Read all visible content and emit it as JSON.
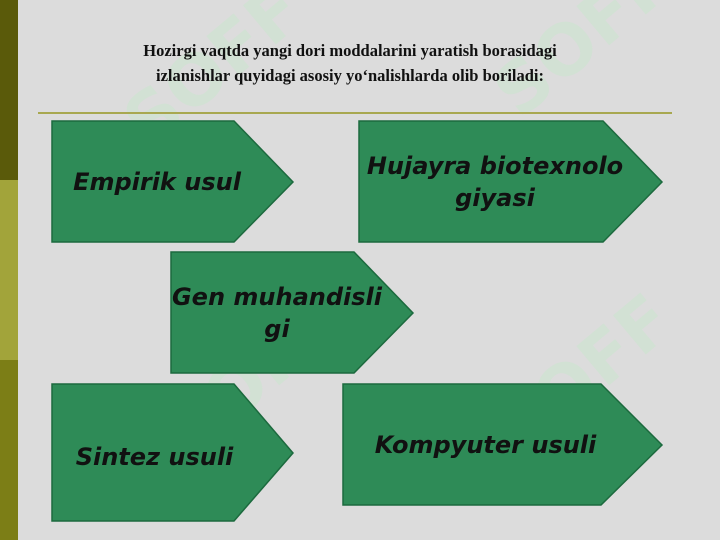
{
  "slide": {
    "title_line1": "Hozirgi vaqtda yangi dori moddalarini yaratish borasidagi",
    "title_line2": "izlanishlar quyidagi  asosiy yo‘nalishlarda olib boriladi:",
    "watermark": "SOFF"
  },
  "arrows": {
    "empirik": "Empirik usul",
    "hujayra": "Hujayra biotexnologiyasi",
    "gen": "Gen muhandisligi",
    "sintez": "Sintez usuli",
    "kompyuter": "Kompyuter usuli"
  },
  "colors": {
    "arrow_fill": "#2e8b57",
    "arrow_stroke": "#1c6a3e",
    "sidebar_dark": "#5a5a0a",
    "sidebar_mid": "#a2a43a",
    "divider": "#a8a850"
  }
}
